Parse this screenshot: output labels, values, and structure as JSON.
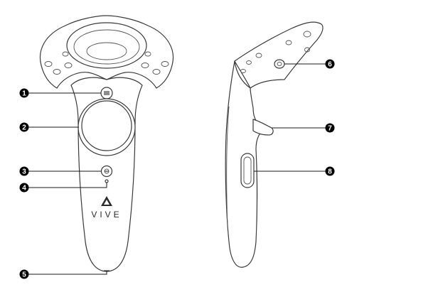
{
  "brand": {
    "wordmark": "VIVE"
  },
  "callouts": [
    {
      "number": "1"
    },
    {
      "number": "2"
    },
    {
      "number": "3"
    },
    {
      "number": "4"
    },
    {
      "number": "5"
    },
    {
      "number": "6"
    },
    {
      "number": "7"
    },
    {
      "number": "8"
    }
  ],
  "colors": {
    "callout_fill": "#000000",
    "line": "#1a1a1a",
    "body_outline": "#3a3a3a"
  }
}
